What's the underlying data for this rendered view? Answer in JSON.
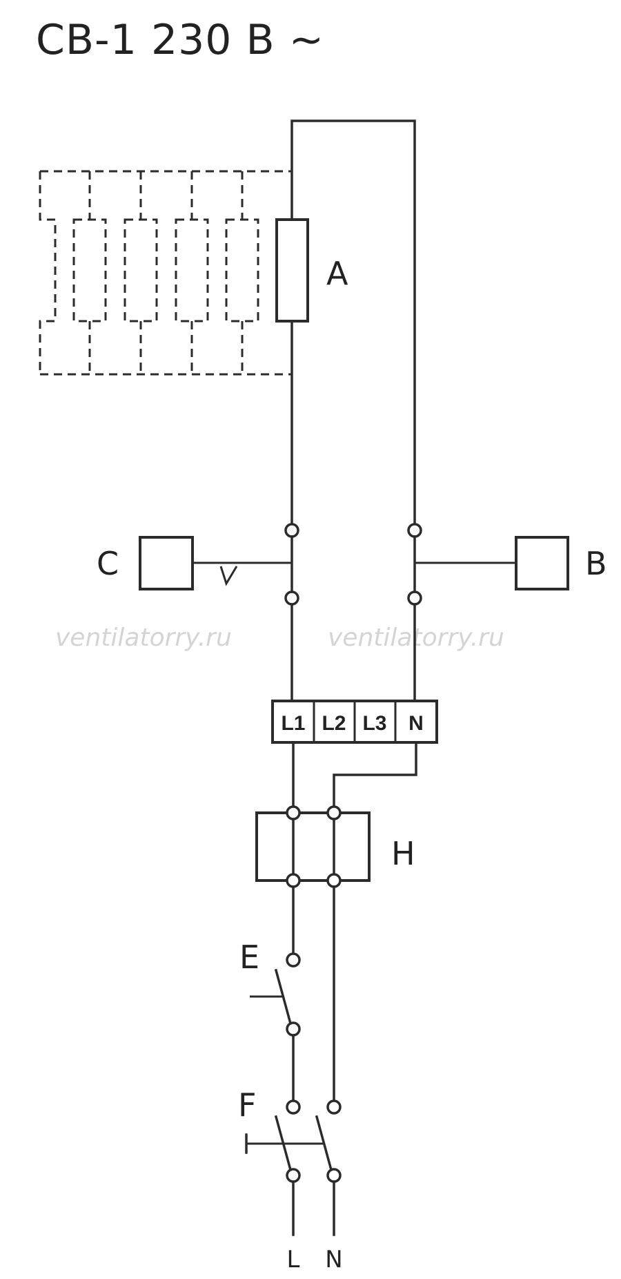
{
  "title": "СВ-1 230 В ~",
  "labels": {
    "A": "A",
    "B": "B",
    "C": "C",
    "E": "E",
    "F": "F",
    "H": "H",
    "L": "L",
    "N": "N"
  },
  "terminal_block": [
    "L1",
    "L2",
    "L3",
    "N"
  ],
  "watermark": [
    "ventilatorry.ru",
    "ventilatorry.ru"
  ]
}
